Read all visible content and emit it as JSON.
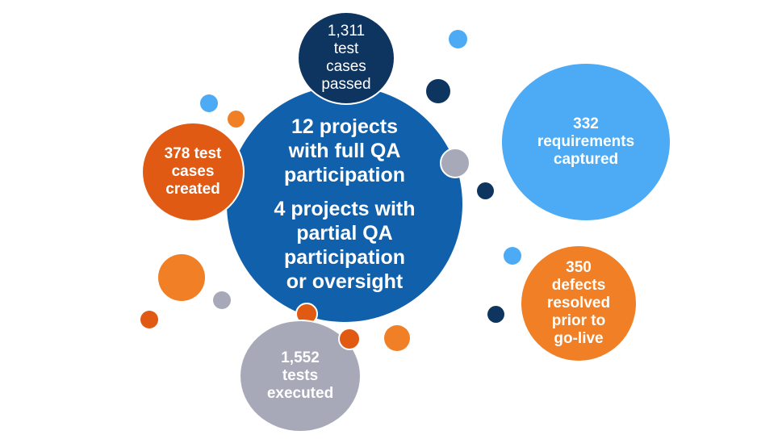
{
  "colors": {
    "main_blue": "#1160ab",
    "navy": "#0e3560",
    "light_blue": "#4dabf5",
    "dark_orange": "#e05a14",
    "orange": "#f07f26",
    "gray": "#a7a9b8"
  },
  "main": {
    "line1": "12 projects",
    "line2": "with full QA",
    "line3": "participation",
    "line4": "4 projects with",
    "line5": "partial QA",
    "line6": "participation",
    "line7": "or oversight"
  },
  "passed": {
    "line1": "1,311",
    "line2": "test",
    "line3": "cases",
    "line4": "passed"
  },
  "requirements": {
    "line1": "332",
    "line2": "requirements",
    "line3": "captured"
  },
  "created": {
    "line1": "378 test",
    "line2": "cases",
    "line3": "created"
  },
  "defects": {
    "line1": "350",
    "line2": "defects",
    "line3": "resolved",
    "line4": "prior to",
    "line5": "go-live"
  },
  "executed": {
    "line1": "1,552",
    "line2": "tests",
    "line3": "executed"
  }
}
